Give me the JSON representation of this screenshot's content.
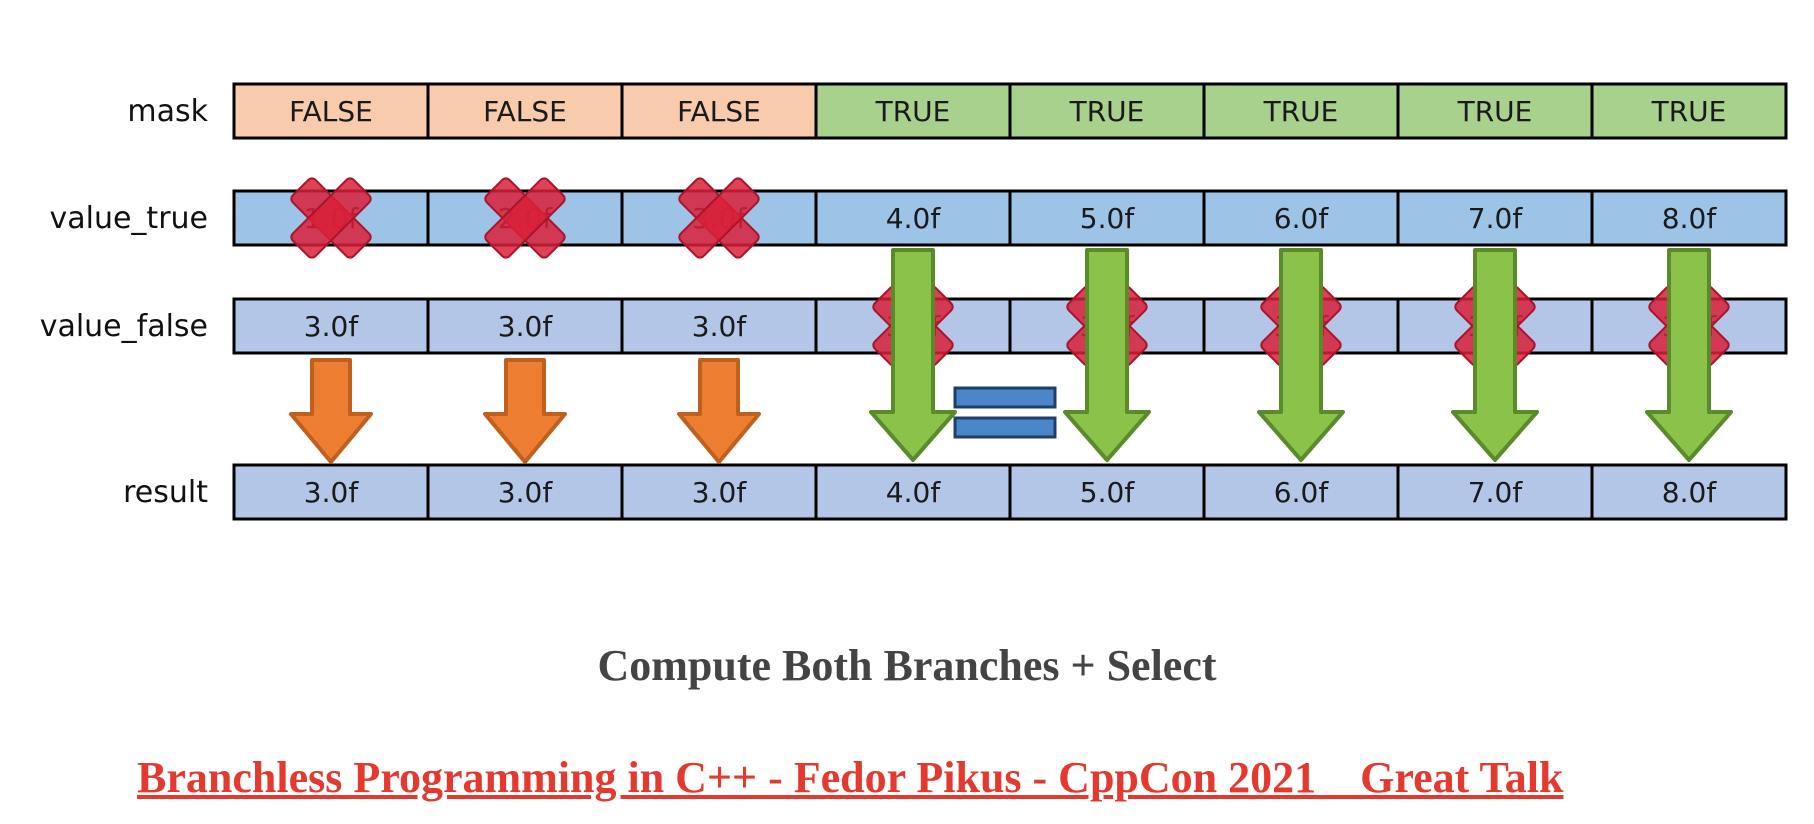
{
  "colors": {
    "false_cell": "#f8cbad",
    "true_cell": "#a9d18e",
    "value_true_cell": "#9dc3e6",
    "value_false_cell": "#b4c6e7",
    "result_cell": "#b4c6e7",
    "discard_x": "#d9203a",
    "false_arrow": "#ed7d31",
    "true_arrow": "#8bc34a",
    "equals_sign": "#4a86c8",
    "caption": "#444444",
    "link": "#e3392e"
  },
  "icons": {
    "discarded_value": "x-mark-icon",
    "select_false": "arrow-down-icon",
    "select_true": "arrow-down-icon",
    "equality": "equals-icon"
  },
  "rows": [
    {
      "key": "mask",
      "label": "mask",
      "cells": [
        "FALSE",
        "FALSE",
        "FALSE",
        "TRUE",
        "TRUE",
        "TRUE",
        "TRUE",
        "TRUE"
      ]
    },
    {
      "key": "value_true",
      "label": "value_true",
      "cells": [
        "1.0f",
        "2.0f",
        "3.0f",
        "4.0f",
        "5.0f",
        "6.0f",
        "7.0f",
        "8.0f"
      ]
    },
    {
      "key": "value_false",
      "label": "value_false",
      "cells": [
        "3.0f",
        "3.0f",
        "3.0f",
        "3.0f",
        "3.0f",
        "3.0f",
        "3.0f",
        "3.0f"
      ]
    },
    {
      "key": "result",
      "label": "result",
      "cells": [
        "3.0f",
        "3.0f",
        "3.0f",
        "4.0f",
        "5.0f",
        "6.0f",
        "7.0f",
        "8.0f"
      ]
    }
  ],
  "caption": "Compute Both Branches + Select",
  "talk_link": "Branchless Programming in C++ - Fedor Pikus - CppCon 2021    Great Talk"
}
